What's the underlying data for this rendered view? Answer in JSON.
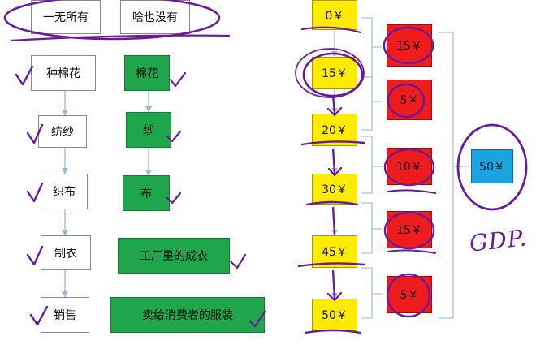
{
  "top_labels": {
    "nothing_1": "一无所有",
    "nothing_2": "啥也没有"
  },
  "process_steps": [
    "种棉花",
    "纺纱",
    "织布",
    "制衣",
    "销售"
  ],
  "products": [
    "棉花",
    "纱",
    "布",
    "工厂里的成衣",
    "卖给消费者的服装"
  ],
  "cumulative_values": [
    "0￥",
    "15￥",
    "20￥",
    "30￥",
    "45￥",
    "50￥"
  ],
  "value_added": [
    "15￥",
    "5￥",
    "10￥",
    "15￥",
    "5￥"
  ],
  "gdp_total": "50￥",
  "handwritten_note": "GDP.",
  "colors": {
    "product_green": "#1fa64a",
    "value_yellow": "#ffeb00",
    "added_red": "#ee1c1c",
    "gdp_blue": "#19a3e0",
    "ink_purple": "#6a1b9a"
  }
}
